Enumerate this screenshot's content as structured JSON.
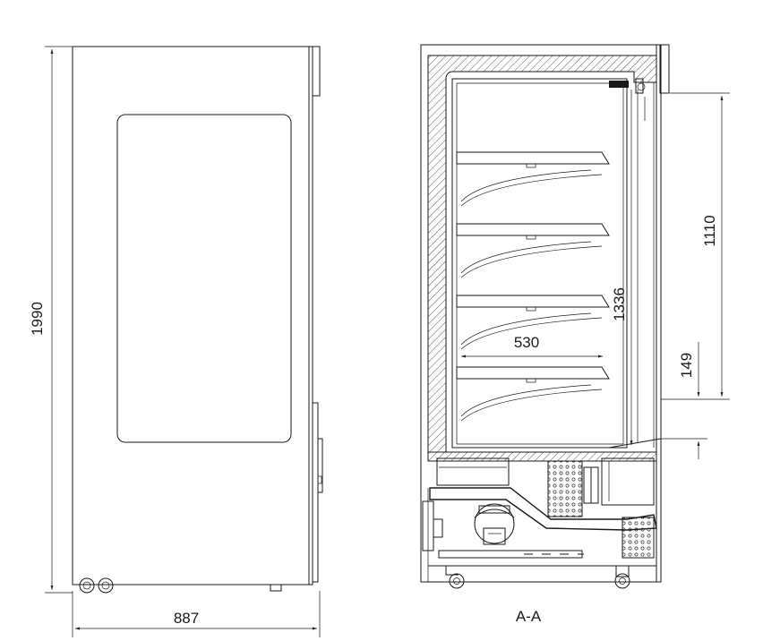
{
  "dimensions": {
    "overall_height": "1990",
    "overall_width": "887",
    "glass_height": "1336",
    "shelf_depth": "530",
    "upper_height": "1110",
    "lower_height": "149"
  },
  "section_label": "A-A",
  "colors": {
    "line": "#1a1a1a",
    "background": "#ffffff",
    "hatch": "#555555"
  }
}
